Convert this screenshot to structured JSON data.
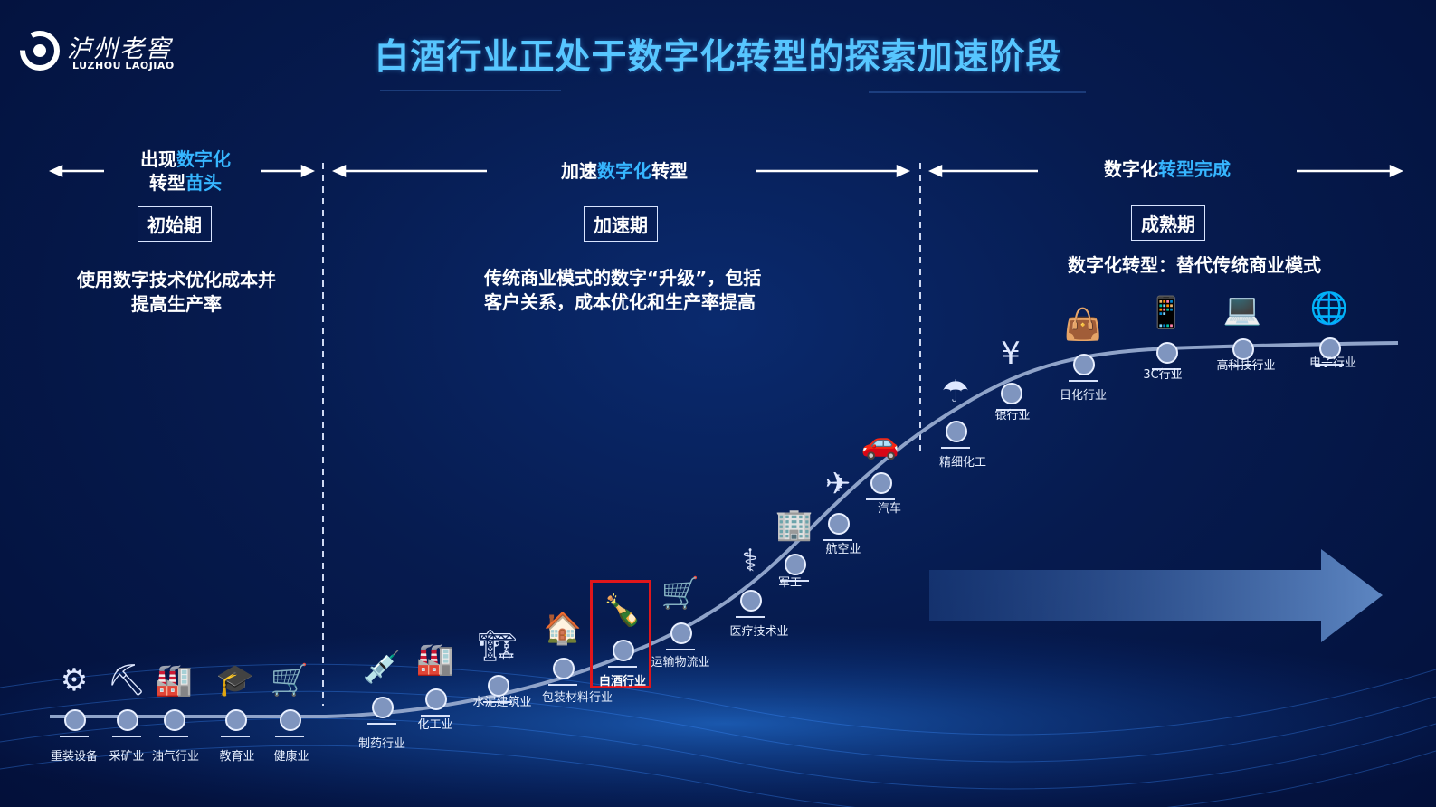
{
  "brand": {
    "name_cn": "泸州老窖",
    "name_en": "LUZHOU LAOJIAO"
  },
  "title": "白酒行业正处于数字化转型的探索加速阶段",
  "phases": [
    {
      "head_plain": "出现",
      "head_hl": "数字化",
      "head_line2_plain": "转型",
      "head_line2_hl": "苗头",
      "badge": "初始期",
      "desc_line1": "使用数字技术优化成本并",
      "desc_line2": "提高生产率"
    },
    {
      "head_plain": "加速",
      "head_hl": "数字化",
      "head_tail": "转型",
      "badge": "加速期",
      "desc_line1": "传统商业模式的数字“升级”，包括",
      "desc_line2": "客户关系，成本优化和生产率提高"
    },
    {
      "head_plain": "数字化",
      "head_hl": "转型完成",
      "badge": "成熟期",
      "desc_line1": "数字化转型：替代传统商业模式"
    }
  ],
  "industries": [
    {
      "label": "重装设备",
      "icon": "gear-icon",
      "glyph": "⚙"
    },
    {
      "label": "采矿业",
      "icon": "oil-pump-icon",
      "glyph": "⛏"
    },
    {
      "label": "油气行业",
      "icon": "buildings-icon",
      "glyph": "🏭"
    },
    {
      "label": "教育业",
      "icon": "graduation-cap-icon",
      "glyph": "🎓"
    },
    {
      "label": "健康业",
      "icon": "cart-plus-icon",
      "glyph": "🛒"
    },
    {
      "label": "制药行业",
      "icon": "syringe-icon",
      "glyph": "💉"
    },
    {
      "label": "化工业",
      "icon": "factory-icon",
      "glyph": "🏭"
    },
    {
      "label": "水泥建筑业",
      "icon": "crane-icon",
      "glyph": "🏗"
    },
    {
      "label": "包装材料行业",
      "icon": "warehouse-icon",
      "glyph": "🏠"
    },
    {
      "label": "白酒行业",
      "icon": "bottle-icon",
      "glyph": "🍾",
      "highlight": true
    },
    {
      "label": "运输物流业",
      "icon": "trolley-icon",
      "glyph": "🛒"
    },
    {
      "label": "医疗技术业",
      "icon": "medical-kit-icon",
      "glyph": "⚕"
    },
    {
      "label": "军工",
      "icon": "office-building-icon",
      "glyph": "🏢"
    },
    {
      "label": "航空业",
      "icon": "airplane-icon",
      "glyph": "✈"
    },
    {
      "label": "汽车",
      "icon": "car-icon",
      "glyph": "🚗"
    },
    {
      "label": "精细化工",
      "icon": "umbrella-icon",
      "glyph": "☂"
    },
    {
      "label": "银行业",
      "icon": "bank-clipboard-icon",
      "glyph": "¥"
    },
    {
      "label": "日化行业",
      "icon": "shopping-bag-icon",
      "glyph": "👜"
    },
    {
      "label": "3C行业",
      "icon": "phone-wifi-icon",
      "glyph": "📱"
    },
    {
      "label": "高科技行业",
      "icon": "laptop-icon",
      "glyph": "💻"
    },
    {
      "label": "电子行业",
      "icon": "globe-window-icon",
      "glyph": "🌐"
    }
  ],
  "colors": {
    "title": "#57c6ff",
    "highlight_text": "#36b6ff",
    "highlight_box": "#e0161b",
    "curve": "#8fa3c9"
  }
}
